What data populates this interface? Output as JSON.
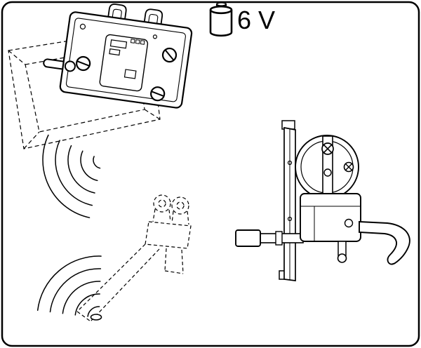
{
  "colors": {
    "line": "#000000",
    "background": "#ffffff"
  },
  "battery": {
    "label": "6 V"
  },
  "parts": {
    "flush_plate": "flush-plate-rear-view",
    "wall_opening": "wall-opening-dashed-frame",
    "upper_waves": "sensor-signal-waves",
    "lower_waves": "sensor-signal-waves",
    "bracket": "mounting-bracket-dashed-outline",
    "battery_icon": "6v-battery",
    "actuator": "servo-actuator-assembly"
  }
}
